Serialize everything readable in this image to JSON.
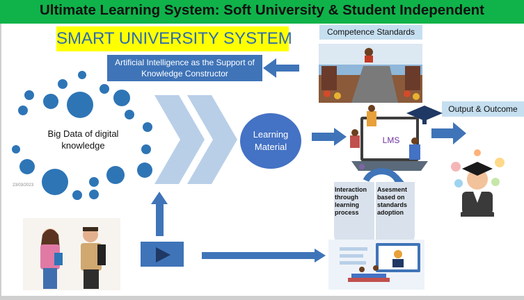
{
  "title": "Ultimate Learning System: Soft University & Student Independent",
  "subtitle": "SMART UNIVERSITY SYSTEM",
  "competence_label": "Competence Standards",
  "ai_box_text": "Artificial Intelligence as the Support of Knowledge Constructor",
  "output_label": "Output & Outcome",
  "big_data_label": "Big Data of digital knowledge",
  "learning_material": "Learning Material",
  "lms_label": "LMS",
  "interaction_text": "Interaction through learning process",
  "assessment_text": "Asesment based on standards adoption",
  "slide_stamp": "23/03/2023",
  "colors": {
    "title_bar": "#0fb34a",
    "highlight": "#ffff00",
    "arrow": "#3f74b8",
    "chevron": "#b9cfe8",
    "label_box": "#c5dff0",
    "dot": "#2e75b6"
  }
}
